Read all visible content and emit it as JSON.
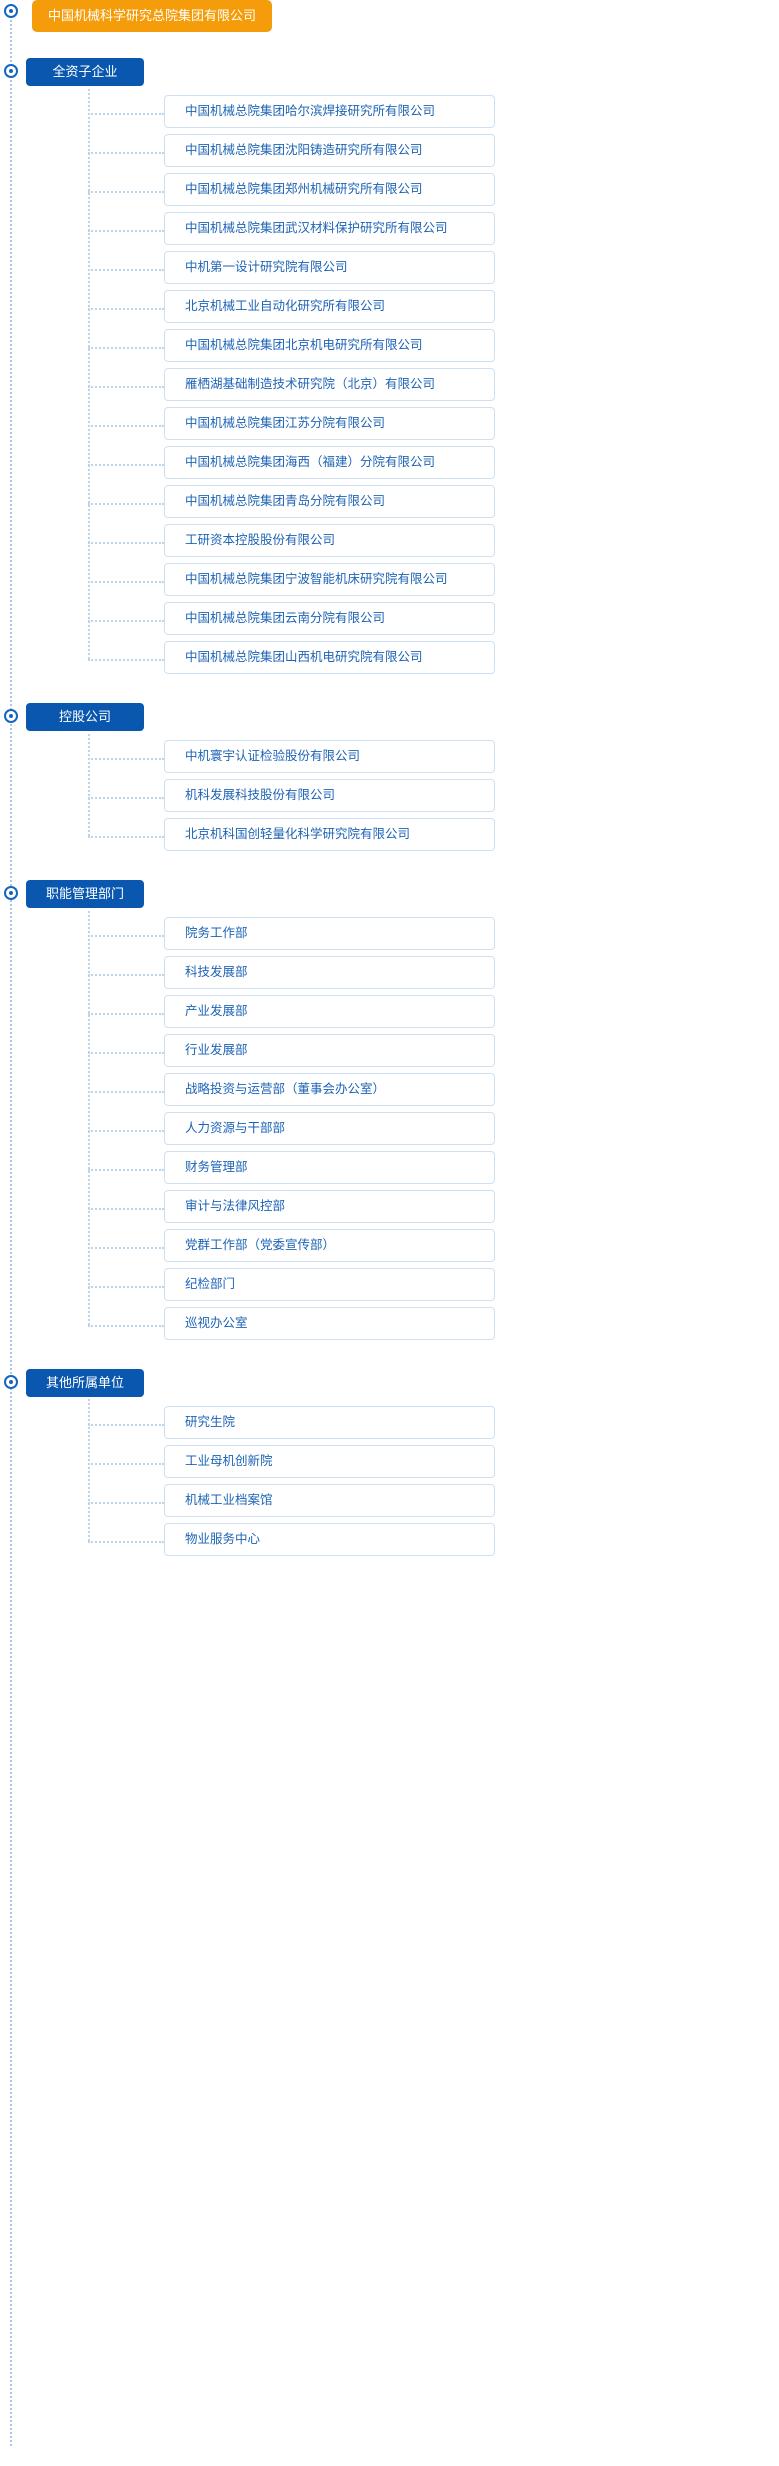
{
  "root": {
    "label": "中国机械科学研究总院集团有限公司",
    "color": "#f59c0a",
    "dot": "root-node-dot"
  },
  "theme": {
    "section_color": "#0a57b0",
    "card_border": "#cfe0f2",
    "card_text": "#1d63b5",
    "connector": "#bcd4ec"
  },
  "sections": [
    {
      "label": "全资子企业",
      "items": [
        "中国机械总院集团哈尔滨焊接研究所有限公司",
        "中国机械总院集团沈阳铸造研究所有限公司",
        "中国机械总院集团郑州机械研究所有限公司",
        "中国机械总院集团武汉材料保护研究所有限公司",
        "中机第一设计研究院有限公司",
        "北京机械工业自动化研究所有限公司",
        "中国机械总院集团北京机电研究所有限公司",
        "雁栖湖基础制造技术研究院（北京）有限公司",
        "中国机械总院集团江苏分院有限公司",
        "中国机械总院集团海西（福建）分院有限公司",
        "中国机械总院集团青岛分院有限公司",
        "工研资本控股股份有限公司",
        "中国机械总院集团宁波智能机床研究院有限公司",
        "中国机械总院集团云南分院有限公司",
        "中国机械总院集团山西机电研究院有限公司"
      ]
    },
    {
      "label": "控股公司",
      "items": [
        "中机寰宇认证检验股份有限公司",
        "机科发展科技股份有限公司",
        "北京机科国创轻量化科学研究院有限公司"
      ]
    },
    {
      "label": "职能管理部门",
      "items": [
        "院务工作部",
        "科技发展部",
        "产业发展部",
        "行业发展部",
        "战略投资与运营部（董事会办公室）",
        "人力资源与干部部",
        "财务管理部",
        "审计与法律风控部",
        "党群工作部（党委宣传部）",
        "纪检部门",
        "巡视办公室"
      ]
    },
    {
      "label": "其他所属单位",
      "items": [
        "研究生院",
        "工业母机创新院",
        "机械工业档案馆",
        "物业服务中心"
      ]
    }
  ]
}
